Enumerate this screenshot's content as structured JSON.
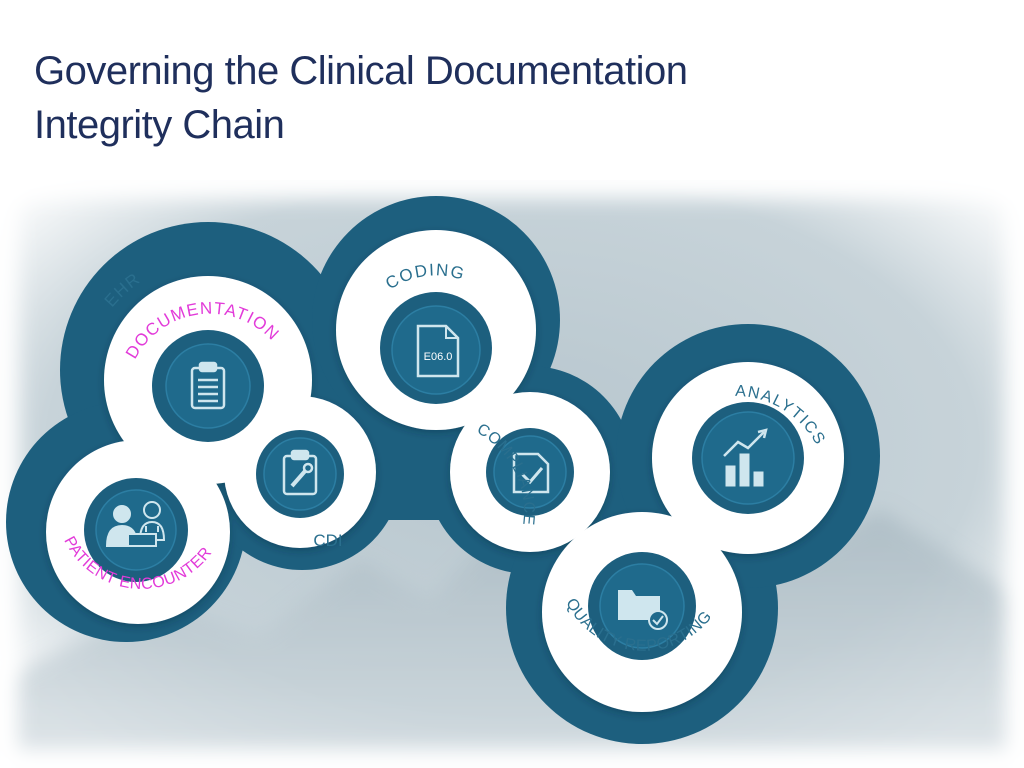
{
  "title": {
    "line1": "Governing the Clinical Documentation",
    "line2": "Integrity Chain"
  },
  "colors": {
    "ring": "#1d5f7e",
    "ring_dark": "#16506b",
    "band": "#ffffff",
    "icon_circle": "#1f6282",
    "icon_glyph": "#cfe6ee",
    "label_teal": "#2a6f8e",
    "label_magenta": "#e23bd9",
    "title": "#1f2f5c",
    "background": "#c9d4da"
  },
  "stages": {
    "ehr": {
      "label": "EHR",
      "icon": "none"
    },
    "documentation": {
      "label": "DOCUMENTATION",
      "icon": "clipboard-list-icon"
    },
    "patient_encounter": {
      "label": "PATIENT ENCOUNTER",
      "icon": "patient-doctor-icon"
    },
    "cdi": {
      "label": "CDI",
      "icon": "clipboard-wrench-icon"
    },
    "coding": {
      "label": "CODING",
      "icon": "code-file-icon",
      "code": "E06.0"
    },
    "compliance": {
      "label": "COMPLIANCE",
      "icon": "file-check-icon"
    },
    "quality_reporting": {
      "label": "QUALITY REPORTING",
      "icon": "folder-check-icon"
    },
    "analytics": {
      "label": "ANALYTICS",
      "icon": "bar-chart-trend-icon"
    }
  }
}
